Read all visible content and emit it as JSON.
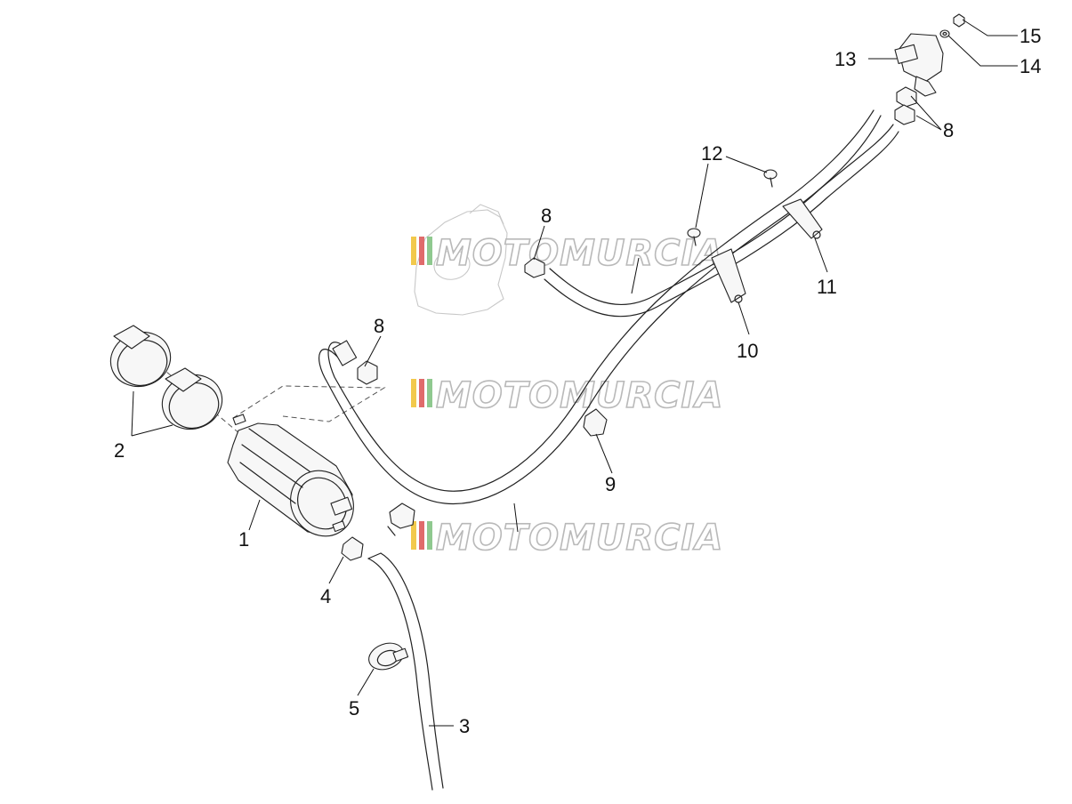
{
  "watermark": {
    "text": "MOTOMURCIA",
    "stripe_colors": [
      "#f2c94c",
      "#e06b6b",
      "#8fc98f"
    ]
  },
  "callouts": [
    {
      "id": "1",
      "label": "1"
    },
    {
      "id": "2",
      "label": "2"
    },
    {
      "id": "3",
      "label": "3"
    },
    {
      "id": "4",
      "label": "4"
    },
    {
      "id": "5",
      "label": "5"
    },
    {
      "id": "8a",
      "label": "8"
    },
    {
      "id": "8b",
      "label": "8"
    },
    {
      "id": "8c",
      "label": "8"
    },
    {
      "id": "9",
      "label": "9"
    },
    {
      "id": "10",
      "label": "10"
    },
    {
      "id": "11",
      "label": "11"
    },
    {
      "id": "12",
      "label": "12"
    },
    {
      "id": "13",
      "label": "13"
    },
    {
      "id": "14",
      "label": "14"
    },
    {
      "id": "15",
      "label": "15"
    }
  ]
}
